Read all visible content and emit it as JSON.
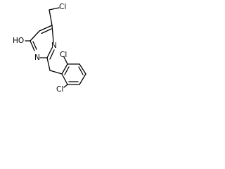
{
  "molecule": {
    "atoms": {
      "cl_top": "Cl",
      "ho": "HO",
      "n_left": "N",
      "n_right": "N",
      "cl_ring_top": "Cl",
      "cl_ring_bottom": "Cl"
    }
  },
  "colors": {
    "ink": "#000000",
    "background": "#ffffff"
  }
}
